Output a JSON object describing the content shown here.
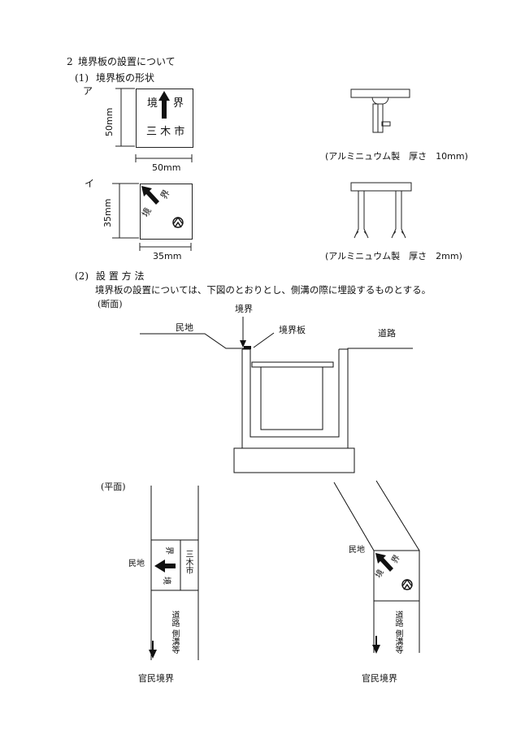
{
  "heading": {
    "number": "2",
    "title": "境界板の設置について"
  },
  "section1": {
    "number": "(1)",
    "title": "境界板の形状",
    "type_a": {
      "label": "ア",
      "plate_text_left": "境",
      "plate_text_right": "界",
      "plate_text_bottom": "三 木 市",
      "dim_height": "50mm",
      "dim_width": "50mm",
      "material_caption": "(アルミニュウム製　厚さ　10mm)"
    },
    "type_b": {
      "label": "イ",
      "plate_text_1": "境",
      "plate_text_2": "界",
      "dim_height": "35mm",
      "dim_width": "35mm",
      "material_caption": "(アルミニュウム製　厚さ　2mm)"
    }
  },
  "section2": {
    "number": "(2)",
    "title": "設 置 方 法",
    "description": "境界板の設置については、下図のとおりとし、側溝の際に埋設するものとする。",
    "section_view": {
      "label": "(断面)",
      "boundary": "境界",
      "private_land": "民地",
      "plate": "境界板",
      "road": "道路"
    },
    "plan_view": {
      "label": "(平面)",
      "left": {
        "private_land": "民地",
        "plate_kyo": "境",
        "plate_kai": "界",
        "plate_city": "三木市",
        "road_ditch": "道路 側溝等",
        "boundary_caption": "官民境界"
      },
      "right": {
        "private_land": "民地",
        "plate_kyo": "境",
        "plate_kai": "界",
        "road_ditch": "道路 側溝等",
        "boundary_caption": "官民境界"
      }
    }
  }
}
